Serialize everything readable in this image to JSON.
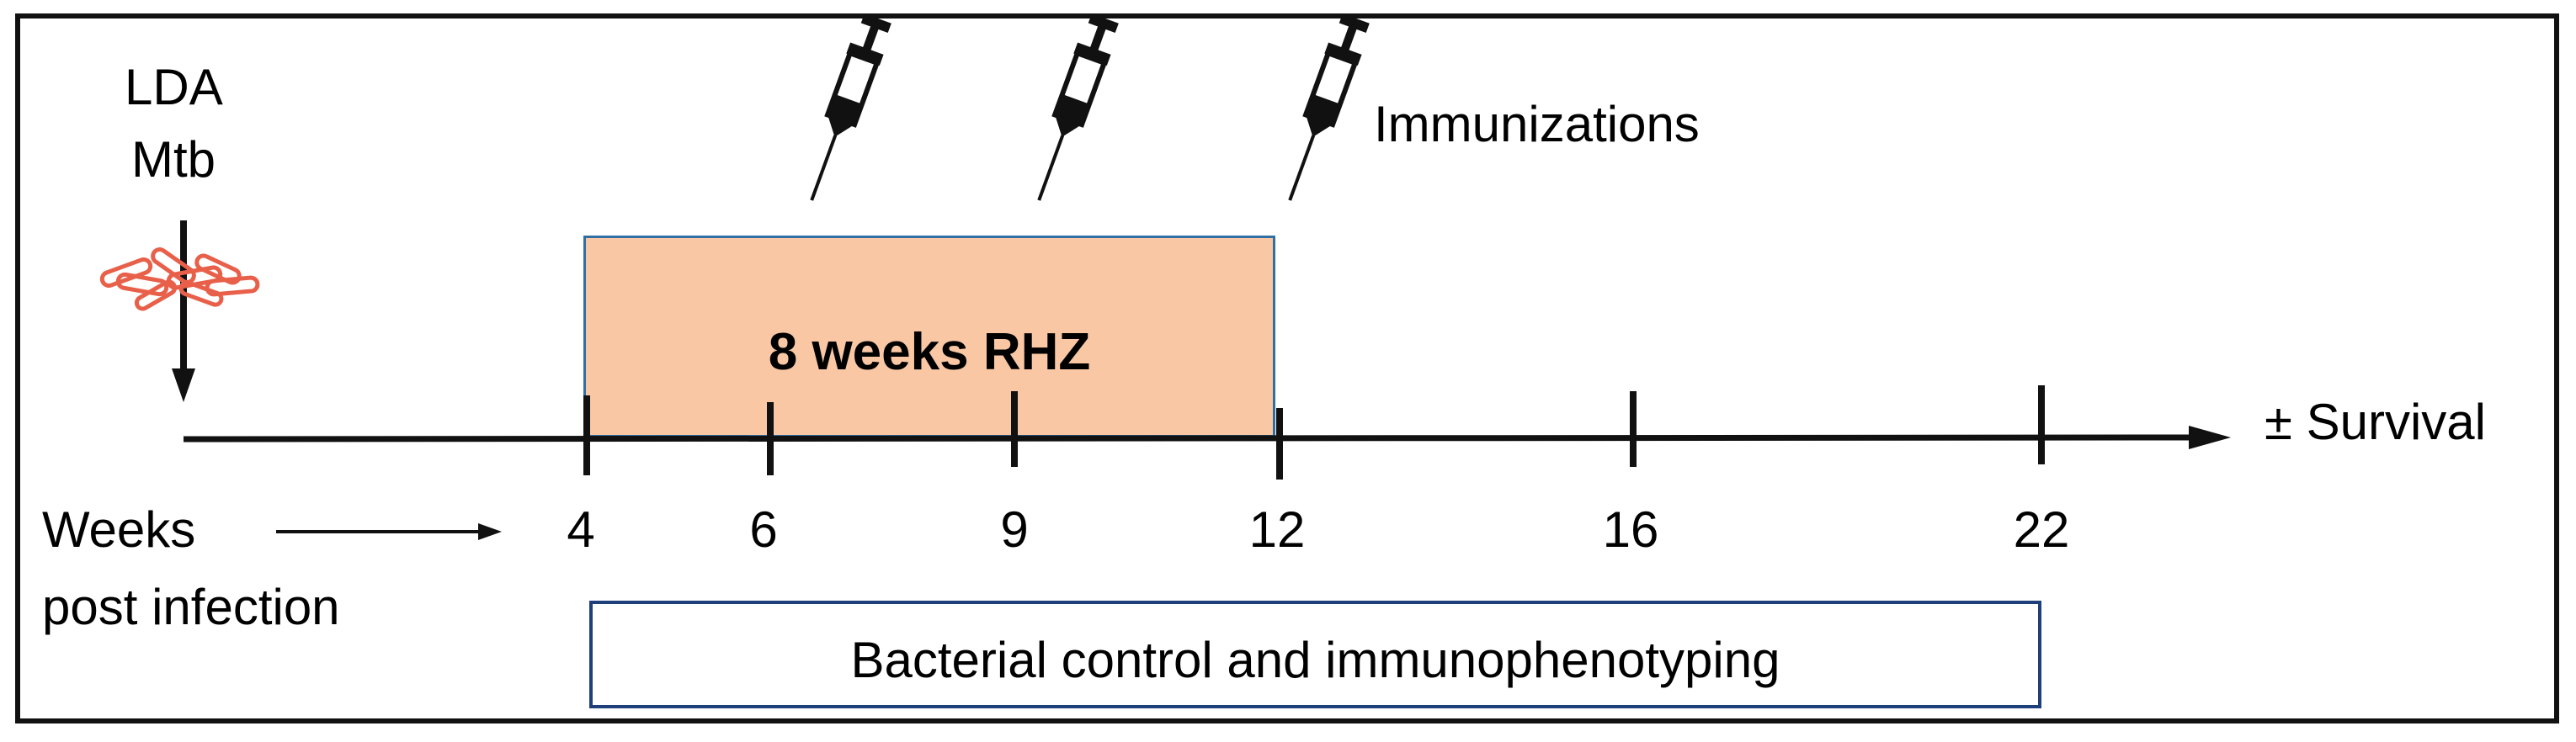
{
  "infection": {
    "line1": "LDA",
    "line2": "Mtb"
  },
  "immunizations_label": "Immunizations",
  "treatment": {
    "label": "8 weeks RHZ"
  },
  "axis": {
    "end_label": "± Survival",
    "caption_line1": "Weeks",
    "caption_line2": "post infection",
    "ticks": [
      {
        "label": "4",
        "week": 4
      },
      {
        "label": "6",
        "week": 6
      },
      {
        "label": "9",
        "week": 9
      },
      {
        "label": "12",
        "week": 12
      },
      {
        "label": "16",
        "week": 16
      },
      {
        "label": "22",
        "week": 22
      }
    ]
  },
  "bottom_box_label": "Bacterial control and immunophenotyping",
  "colors": {
    "treatment_fill": "#f9c7a4",
    "treatment_border": "#2f6fa3",
    "bottom_border": "#1f3f7a",
    "bacteria": "#e8604a",
    "line": "#111111"
  },
  "icons": [
    "syringe-icon",
    "bacteria-icon",
    "arrow-down-icon"
  ]
}
